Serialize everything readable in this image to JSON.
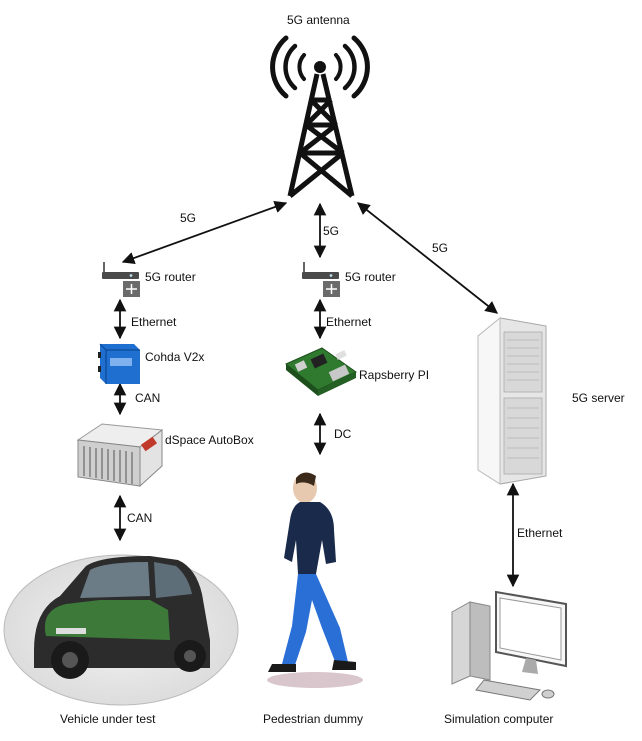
{
  "antenna": {
    "label": "5G antenna"
  },
  "links": {
    "left_5g": "5G",
    "middle_5g": "5G",
    "right_5g": "5G",
    "ethernet_left": "Ethernet",
    "ethernet_middle": "Ethernet",
    "can_upper": "CAN",
    "can_lower": "CAN",
    "dc": "DC",
    "ethernet_server": "Ethernet"
  },
  "devices": {
    "router_left": "5G router",
    "router_middle": "5G router",
    "cohda": "Cohda V2x",
    "dspace": "dSpace AutoBox",
    "raspberry": "Rapsberry PI",
    "server": "5G server"
  },
  "captions": {
    "vehicle": "Vehicle under test",
    "pedestrian": "Pedestrian dummy",
    "simulation": "Simulation computer"
  },
  "colors": {
    "line": "#111111",
    "cohda": "#1f6fd1",
    "car_green": "#3d7a3a",
    "pedestrian_shirt": "#1a2a4a",
    "pedestrian_pants": "#2a6fd6",
    "server": "#e8e8e8"
  }
}
